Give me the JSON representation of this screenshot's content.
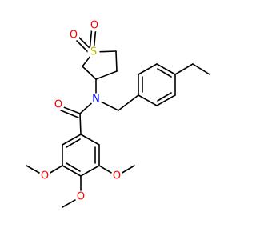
{
  "molecule": {
    "colors": {
      "bond": "#000000",
      "carbon": "#000000",
      "oxygen": "#ff0000",
      "nitrogen": "#0000ff",
      "sulfur": "#b8b800"
    },
    "atoms": {
      "sulfone_oxygen_1": "O",
      "sulfone_oxygen_2": "O",
      "sulfur": "S",
      "nitrogen": "N",
      "carbonyl_oxygen": "O",
      "methoxy_oxygen_left": "O",
      "methoxy_oxygen_right": "O",
      "methoxy_oxygen_bottom": "O"
    }
  }
}
